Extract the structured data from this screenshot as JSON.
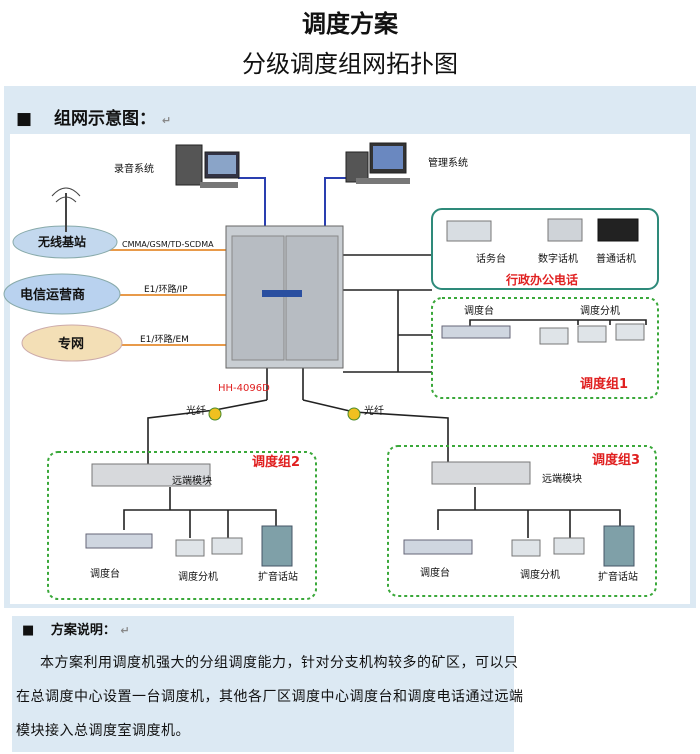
{
  "page": {
    "title": "调度方案",
    "subtitle": "分级调度组网拓扑图"
  },
  "section1": {
    "heading": "组网示意图：",
    "bullet": "■",
    "mark": "↵"
  },
  "diagram": {
    "recording_system": "录音系统",
    "management_system": "管理系统",
    "wireless_base": "无线基站",
    "telecom": "电信运营商",
    "private_net": "专网",
    "link_wireless": "CMMA/GSM/TD-SCDMA",
    "link_telecom": "E1/环路/IP",
    "link_private": "E1/环路/EM",
    "switch_model": "HH-4096D",
    "fiber1": "光纤",
    "fiber2": "光纤",
    "admin_group": {
      "title": "行政办公电话",
      "items": [
        "话务台",
        "数字话机",
        "普通话机"
      ]
    },
    "group1": {
      "title": "调度组1",
      "items": [
        "调度台",
        "调度分机"
      ]
    },
    "group2": {
      "title": "调度组2",
      "remote": "远端模块",
      "items": [
        "调度台",
        "调度分机",
        "扩音话站"
      ]
    },
    "group3": {
      "title": "调度组3",
      "remote": "远端模块",
      "items": [
        "调度台",
        "调度分机",
        "扩音话站"
      ]
    }
  },
  "section2": {
    "heading": "方案说明：",
    "bullet": "■",
    "mark": "↵",
    "lines": [
      "本方案利用调度机强大的分组调度能力，针对分支机构较多的矿区，可以只",
      "在总调度中心设置一台调度机，其他各厂区调度中心调度台和调度电话通过远端",
      "模块接入总调度室调度机。"
    ]
  },
  "colors": {
    "red": "#e02020",
    "green_dash": "#3aa83a",
    "teal_box": "#2e8a7a",
    "cabinet": "#c9ced3",
    "blue_line": "#2a3fb0"
  }
}
